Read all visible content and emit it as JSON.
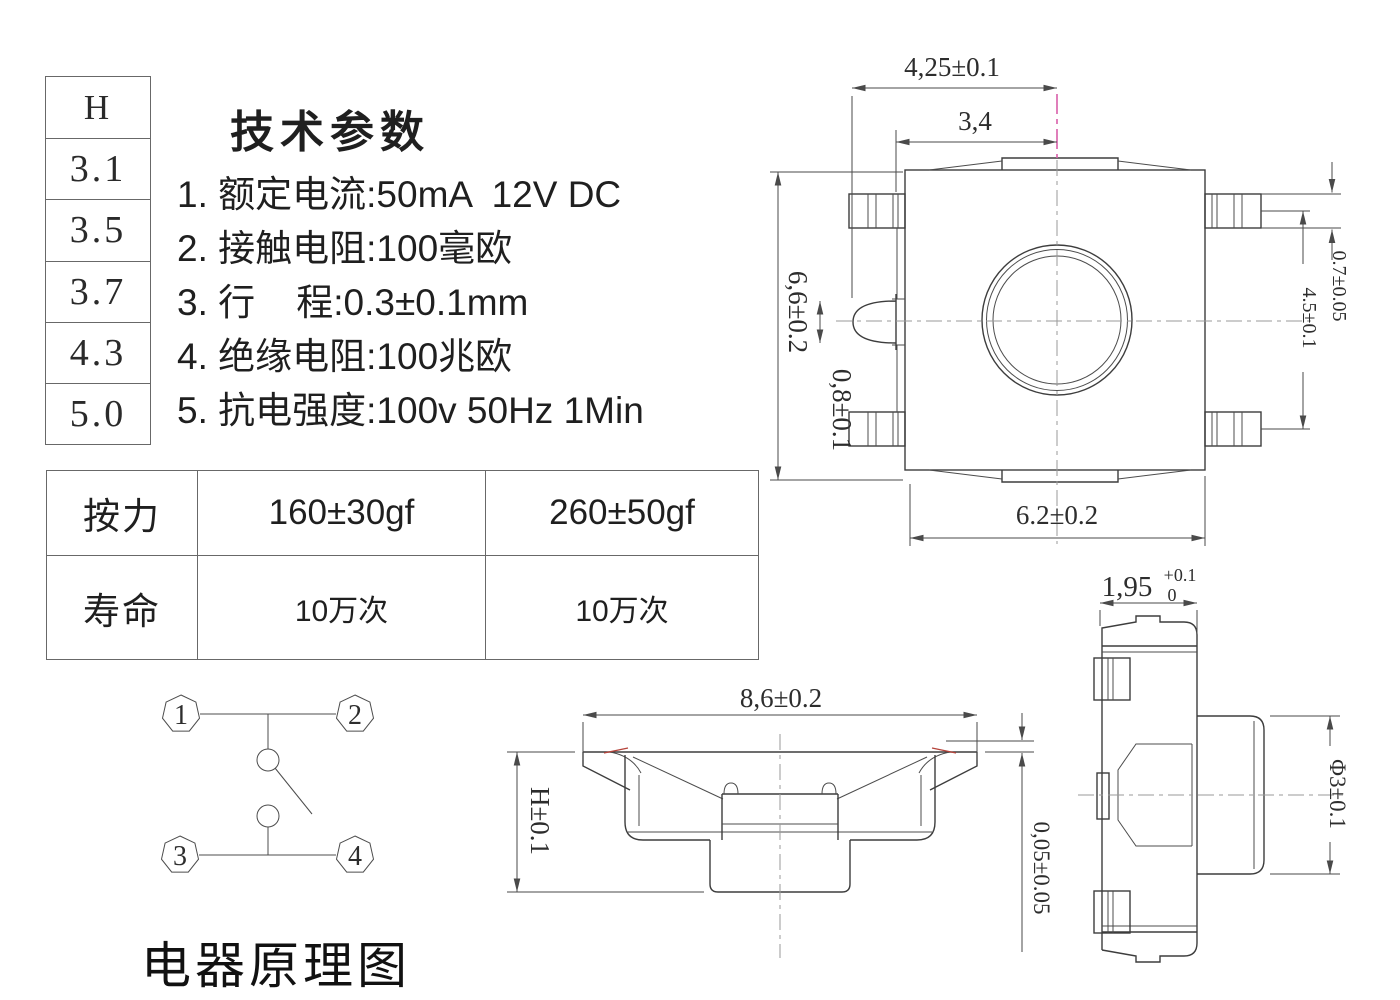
{
  "h_table": {
    "header": "H",
    "rows": [
      "3.1",
      "3.5",
      "3.7",
      "4.3",
      "5.0"
    ]
  },
  "tech": {
    "title": "技术参数",
    "items": [
      "1. 额定电流:50mA  12V DC",
      "2. 接触电阻:100毫欧",
      "3. 行    程:0.3±0.1mm",
      "4. 绝缘电阻:100兆欧",
      "5. 抗电强度:100v 50Hz 1Min"
    ]
  },
  "force_table": {
    "rows": [
      {
        "label": "按力",
        "v1": "160±30gf",
        "v2": "260±50gf"
      },
      {
        "label": "寿命",
        "v1": "10万次",
        "v2": "10万次"
      }
    ]
  },
  "circuit": {
    "caption": "电器原理图",
    "pins": [
      "1",
      "2",
      "3",
      "4"
    ]
  },
  "dims": {
    "top_view": {
      "half_width": "4,25±0.1",
      "half_inner": "3,4",
      "height": "6,6±0.2",
      "bump": "0,8±0.1",
      "lead_width": "0.7±0.05",
      "lead_pitch": "4.5±0.1",
      "width": "6.2±0.2"
    },
    "front_view": {
      "lead_span": "8,6±0.2",
      "height": "H±0.1",
      "coplanarity": "0,05±0.05"
    },
    "side_view": {
      "thickness": "1,95",
      "tol_up": "+0.1",
      "tol_dn": "0",
      "button_dia": "Φ3±0.1"
    }
  },
  "colors": {
    "line": "#3d3d3d",
    "centerline": "#9a9a9a",
    "magenta": "#d85faa",
    "red_mark": "#b5433a"
  }
}
